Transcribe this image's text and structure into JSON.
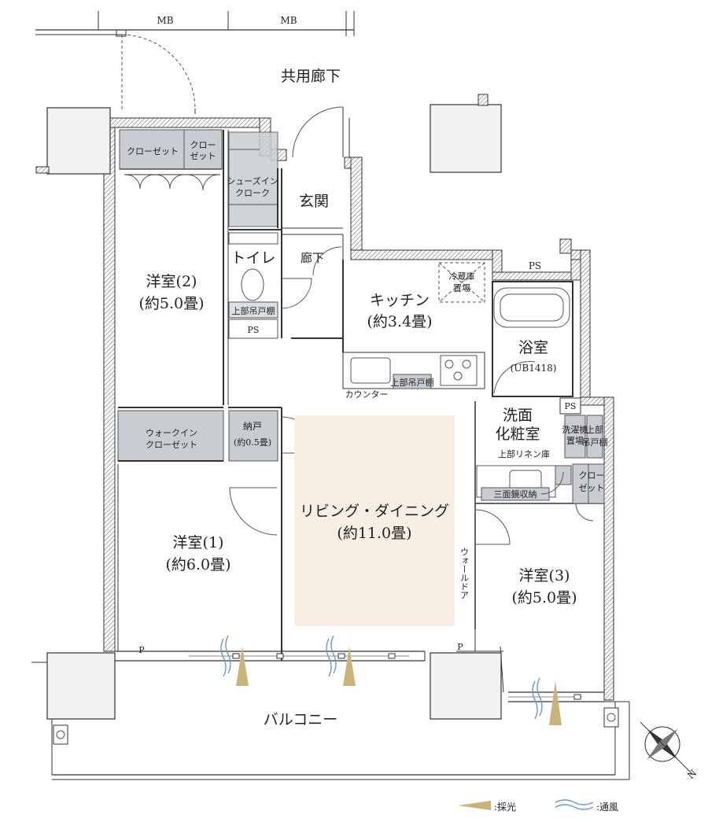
{
  "rooms": {
    "mb_left": "MB",
    "mb_right": "MB",
    "common_corridor": "共用廊下",
    "closet_a": "クローゼット",
    "closet_b_line1": "クロー",
    "closet_b_line2": "ゼット",
    "shoe_line1": "シューズイン",
    "shoe_line2": "クローク",
    "entrance": "玄関",
    "hall": "廊下",
    "toilet": "トイレ",
    "toilet_shelf": "上部吊戸棚",
    "ps_toilet": "PS",
    "western2_name": "洋室(2)",
    "western2_size": "(約5.0畳)",
    "fridge_line1": "冷蔵庫",
    "fridge_line2": "置場",
    "ps_kitchen": "PS",
    "kitchen_name": "キッチン",
    "kitchen_size": "(約3.4畳)",
    "bath_name": "浴室",
    "bath_size": "(UB1418)",
    "counter": "カウンター",
    "kitchen_shelf": "上部吊戸棚",
    "ps_bath": "PS",
    "wash_line1": "洗面",
    "wash_line2": "化粧室",
    "washer_line1": "洗濯機",
    "washer_line2": "置場",
    "upper_shelf_line1": "上部",
    "upper_shelf_line2": "吊戸棚",
    "linen": "上部リネン庫",
    "walkin_line1": "ウォークイン",
    "walkin_line2": "クローゼット",
    "storage_name": "納戸",
    "storage_size": "(約0.5畳)",
    "mirror": "三面鏡収納",
    "closet_c_line1": "クロー",
    "closet_c_line2": "ゼット",
    "living_name": "リビング・ダイニング",
    "living_size": "(約11.0畳)",
    "western1_name": "洋室(1)",
    "western1_size": "(約6.0畳)",
    "wall_door": "ウォールドア",
    "western3_name": "洋室(3)",
    "western3_size": "(約5.0畳)",
    "p_left": "P",
    "p_right": "P",
    "balcony": "バルコニー",
    "compass_n": "N"
  },
  "legend": {
    "light": ":採光",
    "wind": ":通風"
  },
  "colors": {
    "living_fill": "#f7efe4",
    "storage_fill": "#c9cdd1",
    "light_arrow": "#c8b37a",
    "wind_line": "#6a98c8"
  }
}
